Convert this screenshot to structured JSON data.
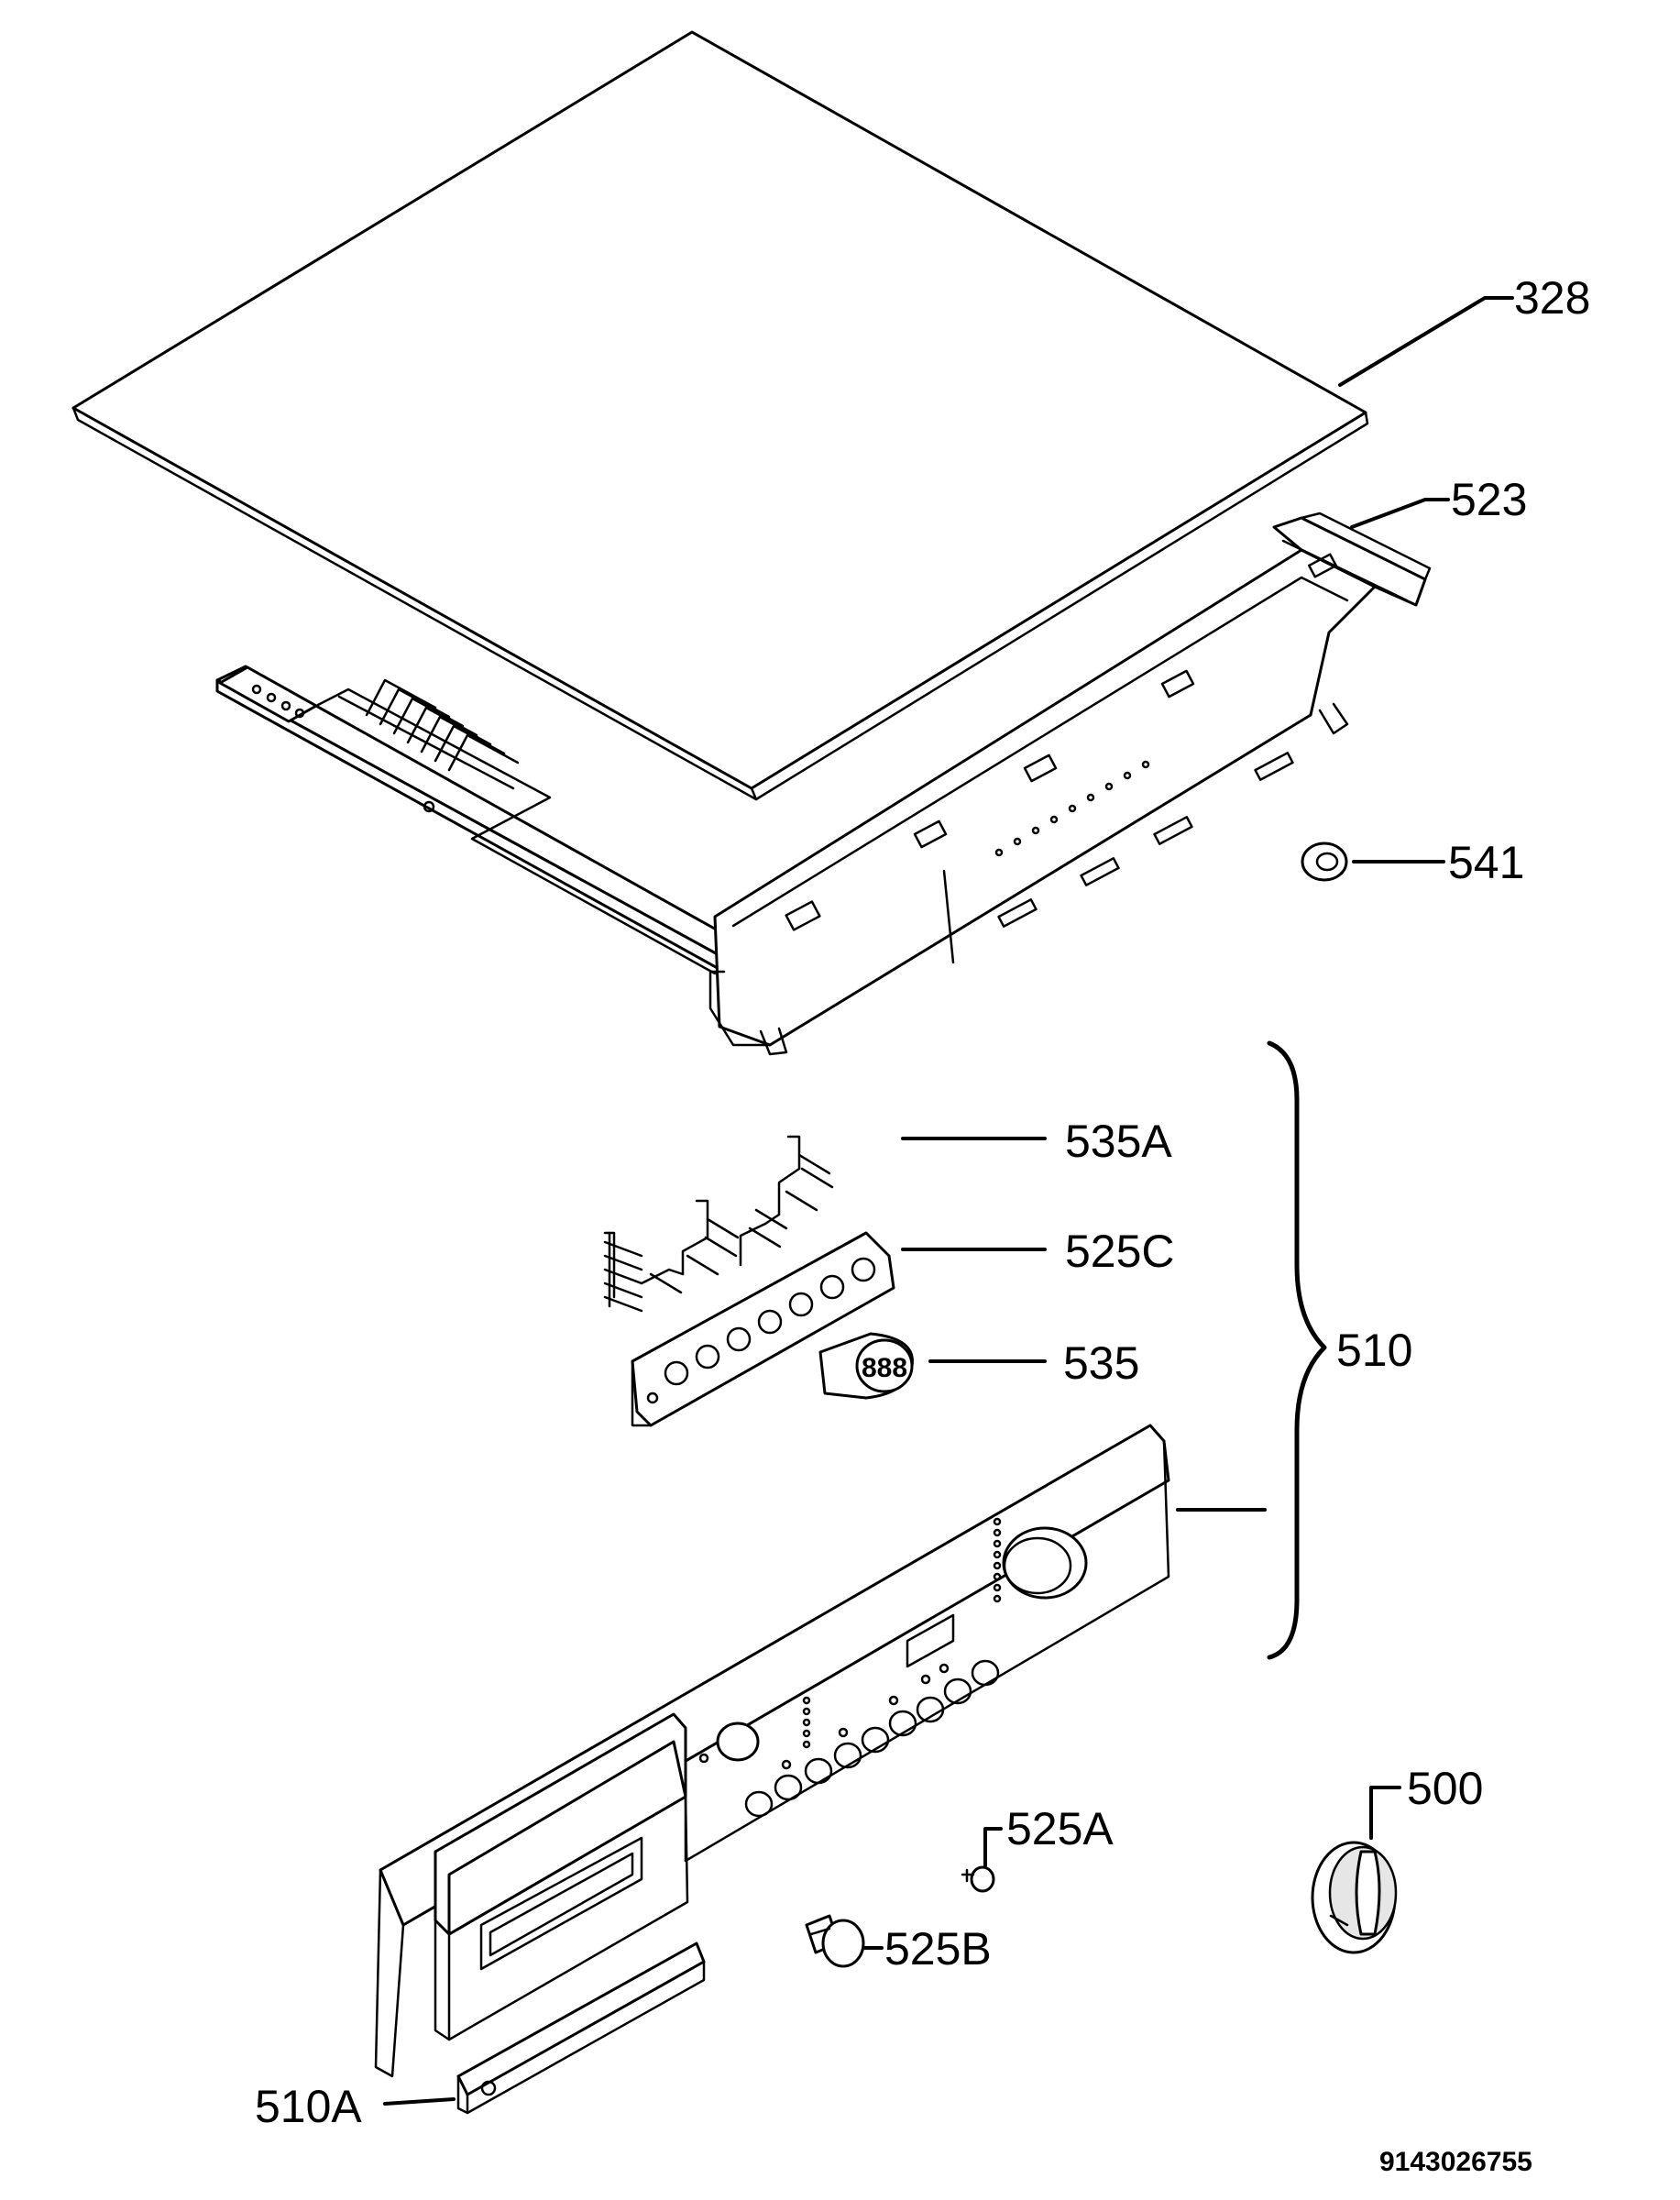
{
  "labels": {
    "p328": "328",
    "p523": "523",
    "p541": "541",
    "p535A": "535A",
    "p525C": "525C",
    "p535": "535",
    "p510": "510",
    "p500": "500",
    "p525A": "525A",
    "p525B": "525B",
    "p510A": "510A"
  },
  "display_digits": "888",
  "drawing_number": "9143026755"
}
